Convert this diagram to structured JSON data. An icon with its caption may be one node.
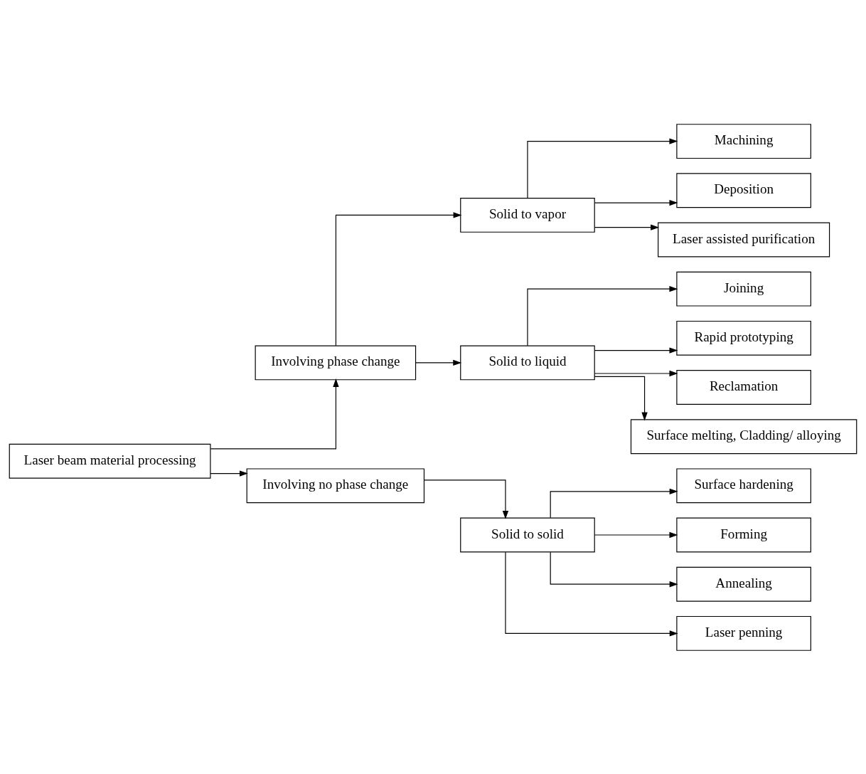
{
  "diagram": {
    "nodes": [
      {
        "text": [
          "Laser beam material processing"
        ]
      },
      {
        "text": [
          "Involving phase change"
        ]
      },
      {
        "text": [
          "Involving no phase change"
        ]
      },
      {
        "text": [
          "Solid to vapor"
        ]
      },
      {
        "text": [
          "Solid to liquid"
        ]
      },
      {
        "text": [
          "Solid to solid"
        ]
      },
      {
        "text": [
          "Machining"
        ]
      },
      {
        "text": [
          "Deposition"
        ]
      },
      {
        "text": [
          "Laser assisted purification"
        ]
      },
      {
        "text": [
          "Joining"
        ]
      },
      {
        "text": [
          "Rapid prototyping"
        ]
      },
      {
        "text": [
          "Reclamation"
        ]
      },
      {
        "text": [
          "Surface melting, Cladding/ alloying"
        ]
      },
      {
        "text": [
          "Surface hardening"
        ]
      },
      {
        "text": [
          "Forming"
        ]
      },
      {
        "text": [
          "Annealing"
        ]
      },
      {
        "text": [
          "Laser penning"
        ]
      }
    ],
    "edges": [
      {
        "from": 0,
        "to": 1,
        "arrow": "to"
      },
      {
        "from": 0,
        "to": 2,
        "arrow": "to"
      },
      {
        "from": 1,
        "to": 3,
        "arrow": "to"
      },
      {
        "from": 1,
        "to": 4,
        "arrow": "to"
      },
      {
        "from": 2,
        "to": 5,
        "arrow": "to"
      },
      {
        "from": 3,
        "to": 6,
        "arrow": "to"
      },
      {
        "from": 3,
        "to": 7,
        "arrow": "to"
      },
      {
        "from": 3,
        "to": 8,
        "arrow": "to"
      },
      {
        "from": 4,
        "to": 9,
        "arrow": "to"
      },
      {
        "from": 4,
        "to": 10,
        "arrow": "to"
      },
      {
        "from": 4,
        "to": 11,
        "arrow": "to"
      },
      {
        "from": 4,
        "to": 12,
        "arrow": "to"
      },
      {
        "from": 5,
        "to": 13,
        "arrow": "to"
      },
      {
        "from": 5,
        "to": 14,
        "arrow": "to"
      },
      {
        "from": 5,
        "to": 15,
        "arrow": "to"
      },
      {
        "from": 5,
        "to": 16,
        "arrow": "to"
      }
    ]
  }
}
